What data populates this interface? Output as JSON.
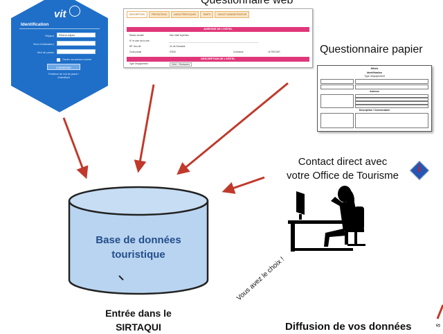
{
  "login_widget": {
    "logo": "vit",
    "title": "Identification",
    "fields": [
      {
        "label": "Région",
        "value": "Rhône-Alpes"
      },
      {
        "label": "Nom d'utilisateur",
        "value": ""
      },
      {
        "label": "Mot de passe",
        "value": ""
      }
    ],
    "remember_label": "Garder ma session ouverte",
    "connect_button": "Connexion",
    "forgot_link": "Problème de mot de passe / d'identifiant"
  },
  "web_questionnaire": {
    "title": "Questionnaire web",
    "tabs": [
      "DESCRIPTION",
      "PRESTATIONS",
      "CARACTÉRISTIQUES",
      "TARIFS",
      "ONGLET ADMINISTRATEUR"
    ],
    "section_1": "ADRESSE DE L'HÔTEL",
    "section_2": "DESCRIPTION DE L'HÔTEL",
    "rows": [
      {
        "label": "Raison sociale",
        "value": "Mon hôtel supérieur"
      },
      {
        "label": "N° et nom de la voie",
        "value": ""
      },
      {
        "label": "BP / lieu-dit",
        "value": "Ch de Grenoble"
      },
      {
        "label": "Code postal",
        "value": "07520",
        "extra_label": "Commune",
        "extra_value": "LE PATOUR"
      },
      {
        "label": "Type d'équipement",
        "value": "Hôtel - Restaurant"
      }
    ]
  },
  "paper_questionnaire": {
    "title": "Questionnaire papier",
    "header": "Hôtels",
    "section_1": "Identification",
    "subsection": "Type d'équipement",
    "section_2": "Adresse",
    "section_3": "Description / Commentaire"
  },
  "contact": {
    "line1": "Contact direct avec",
    "line2": "votre Office de Tourisme",
    "logo_letter": "i"
  },
  "database": {
    "line1": "Base de données",
    "line2": "touristique",
    "caption_line1": "Entrée dans le",
    "caption_line2": "SIRTAQUI"
  },
  "footer": {
    "choice_text": "Vous avez le choix !",
    "diffusion": "Diffusion de vos données",
    "cut_text": "s"
  },
  "colors": {
    "arrow": "#c0392b",
    "db_fill": "#b9d4f0",
    "db_stroke": "#222222",
    "login_blue": "#1f6fc8",
    "web_accent": "#e0377a"
  }
}
